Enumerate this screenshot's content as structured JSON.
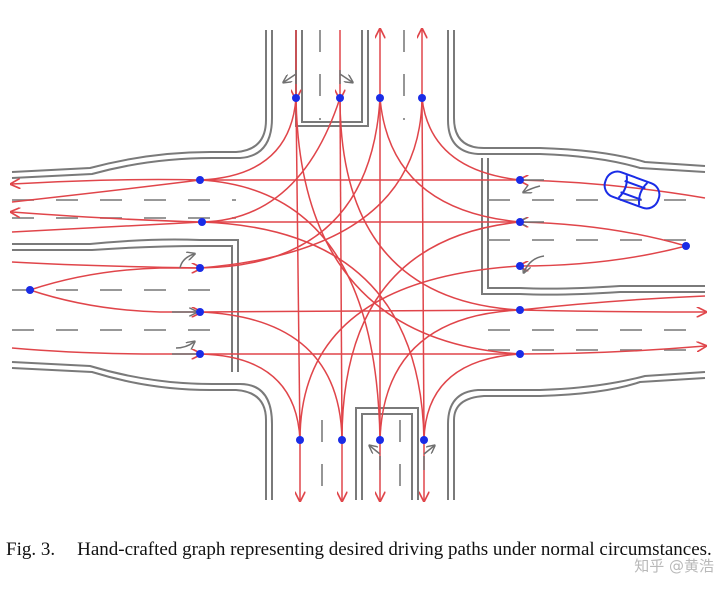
{
  "figure": {
    "caption_label": "Fig. 3.",
    "caption_text": "Hand-crafted graph representing desired driving paths under normal circumstances."
  },
  "watermark": "知乎 @黄浩",
  "colors": {
    "road_edge": "#7a7a7a",
    "lane_marking": "#8a8a8a",
    "path": "#e0454a",
    "node": "#1a2ce6",
    "vehicle": "#1a2ce6",
    "turn_arrow": "#707070"
  },
  "icons": {
    "vehicle": "car-icon",
    "turn_arrow": "turn-arrow-icon",
    "node": "waypoint-dot"
  }
}
